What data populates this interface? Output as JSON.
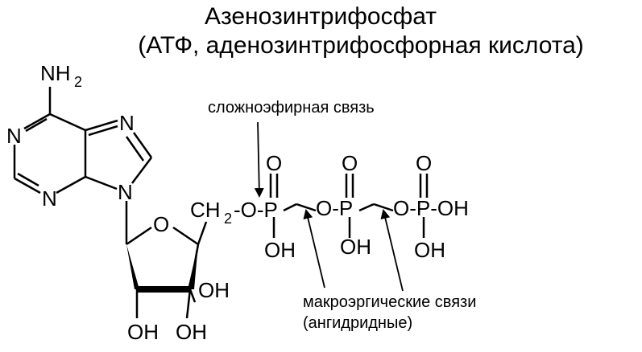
{
  "title": "Азенозинтрифосфат",
  "subtitle": "(АТФ, аденозинтрифосфорная кислота)",
  "labels": {
    "ester_bond": "сложноэфирная связь",
    "macroergic_line1": "макроэргические связи",
    "macroergic_line2": "(ангидридные)"
  },
  "atoms": {
    "nh2_n": "NH",
    "nh2_sub": "2",
    "n1": "N",
    "n3": "N",
    "n7": "N",
    "n9": "N",
    "ring_o": "O",
    "ch2_c": "CH",
    "ch2_sub": "2",
    "ch2_dash": "-O-P",
    "p1_o_top": "O",
    "p1_oh": "OH",
    "bridge1": "O-P",
    "p2_o_top": "O",
    "p2_oh": "OH",
    "bridge2": "O-P-OH",
    "p3_o_top": "O",
    "p3_oh": "OH",
    "c1_oh": "OH",
    "c2_oh": "OH",
    "c3_oh": "OH"
  }
}
